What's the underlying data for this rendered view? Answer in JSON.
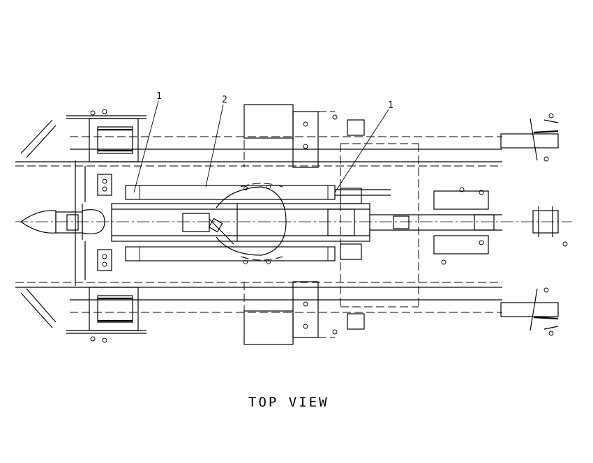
{
  "drawing": {
    "callouts": [
      {
        "id": "callout-1-left",
        "label": "1"
      },
      {
        "id": "callout-2",
        "label": "2"
      },
      {
        "id": "callout-1-right",
        "label": "1"
      }
    ],
    "view_title": "TOP VIEW"
  }
}
